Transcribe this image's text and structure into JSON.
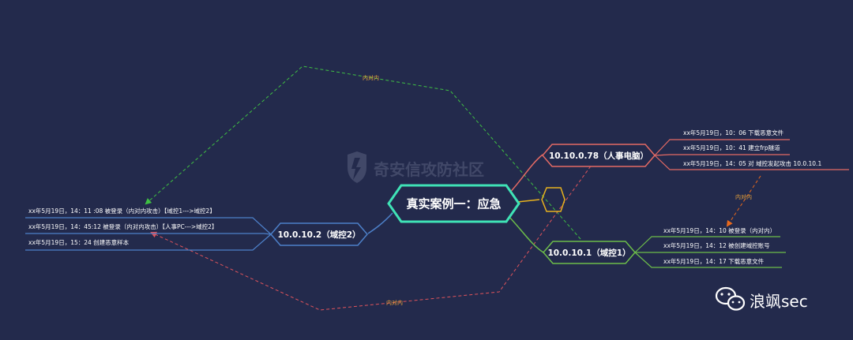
{
  "colors": {
    "background": "#232a4c",
    "center": "#3fe3b6",
    "branch_hr": "#e46a64",
    "branch_dc1": "#6dbd4a",
    "branch_dc2": "#4d80c9",
    "edge_green": "#3fc043",
    "edge_red": "#e0545c",
    "edge_orange": "#e8691c",
    "edge_label": "#e9a33a",
    "small_node": "#e8b21e"
  },
  "diagram": {
    "center": "真实案例一：应急",
    "branches": [
      {
        "id": "hr",
        "label": "10.10.0.78（人事电脑）",
        "events": [
          "xx年5月19日，10：06 下载恶意文件",
          "xx年5月19日，10：41 建立frp隧道",
          "xx年5月19日，14：05 对 域控发起攻击 10.0.10.1"
        ]
      },
      {
        "id": "dc1",
        "label": "10.0.10.1（域控1）",
        "events": [
          "xx年5月19日，14：10 被登录（内对内）",
          "xx年5月19日，14：12  被创建域控账号",
          "xx年5月19日，14：17  下载恶意文件"
        ]
      },
      {
        "id": "dc2",
        "label": "10.0.10.2（域控2）",
        "events": [
          "xx年5月19日，14：11 :08 被登录（内对内攻击）【域控1--->域控2】",
          "xx年5月19日，14：45:12 被登录（内对内攻击）【人事PC--->域控2】",
          "xx年5月19日，15：24  创建恶意样本"
        ]
      }
    ],
    "edge_labels": {
      "top": "内对内",
      "right": "内对内",
      "bottom": "内对内"
    }
  },
  "watermark": "奇安信攻防社区",
  "brand": {
    "name": "浪飒sec",
    "icon": "wechat-icon"
  }
}
